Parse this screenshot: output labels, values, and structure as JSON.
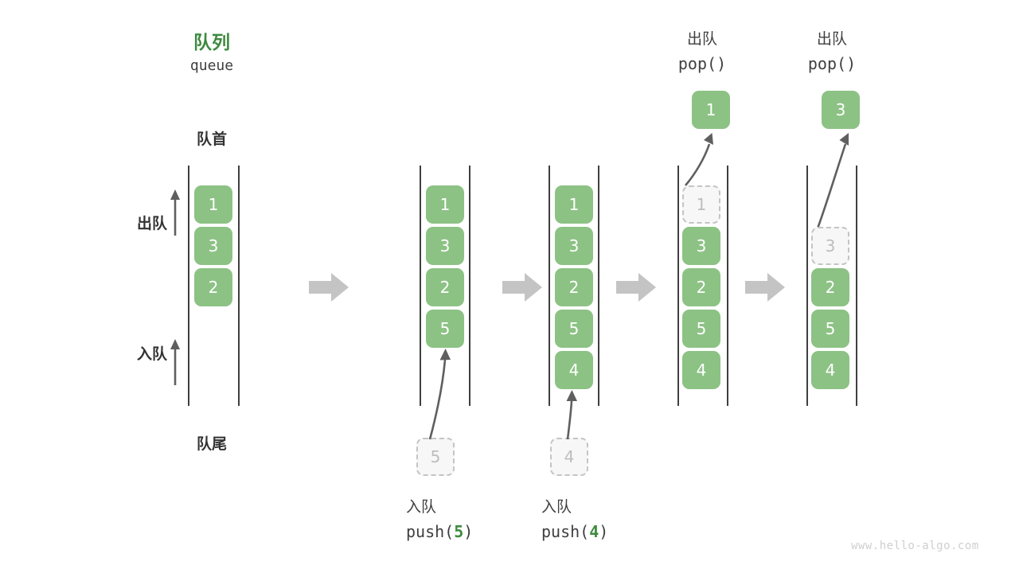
{
  "page": {
    "watermark": "www.hello-algo.com",
    "colors": {
      "accent_green": "#3e8a3f",
      "cell_green": "#8cc284",
      "ghost_fill": "#f7f7f7",
      "ghost_border": "#c4c4c4",
      "text_dark": "#3f3f3f",
      "block_arrow_gray": "#c4c4c4",
      "thin_arrow_gray": "#5f5f5f"
    }
  },
  "header": {
    "title_cn": "队列",
    "title_en": "queue"
  },
  "side_labels": {
    "front": "队首",
    "rear": "队尾",
    "dequeue": "出队",
    "enqueue": "入队"
  },
  "chart_data": {
    "type": "diagram",
    "title": "队列 queue",
    "description": "Queue FIFO operation sequence: initial state, push(5), push(4), pop() returning 1, pop() returning 3",
    "steps": [
      {
        "id": "initial",
        "kind": "state",
        "cells": [
          "1",
          "3",
          "2"
        ],
        "ghost_index": null,
        "ghost_value": null,
        "popped_value": null,
        "op_cn": null,
        "op_code": null
      },
      {
        "id": "push-5",
        "kind": "push",
        "cells": [
          "1",
          "3",
          "2",
          "5"
        ],
        "ghost_index": null,
        "ghost_value": "5",
        "popped_value": null,
        "op_cn": "入队",
        "op_code_prefix": "push(",
        "op_code_value": "5",
        "op_code_suffix": ")"
      },
      {
        "id": "push-4",
        "kind": "push",
        "cells": [
          "1",
          "3",
          "2",
          "5",
          "4"
        ],
        "ghost_index": null,
        "ghost_value": "4",
        "popped_value": null,
        "op_cn": "入队",
        "op_code_prefix": "push(",
        "op_code_value": "4",
        "op_code_suffix": ")"
      },
      {
        "id": "pop-1",
        "kind": "pop",
        "cells": [
          "1",
          "3",
          "2",
          "5",
          "4"
        ],
        "ghost_index": 0,
        "ghost_value": "1",
        "popped_value": "1",
        "op_cn": "出队",
        "op_code_prefix": "pop(",
        "op_code_value": "",
        "op_code_suffix": ")"
      },
      {
        "id": "pop-3",
        "kind": "pop",
        "cells": [
          "3",
          "2",
          "5",
          "4"
        ],
        "ghost_index": 0,
        "ghost_value": "3",
        "popped_value": "3",
        "op_cn": "出队",
        "op_code_prefix": "pop(",
        "op_code_value": "",
        "op_code_suffix": ")"
      }
    ],
    "transitions": [
      "arrow-1",
      "arrow-2",
      "arrow-3",
      "arrow-4"
    ]
  }
}
